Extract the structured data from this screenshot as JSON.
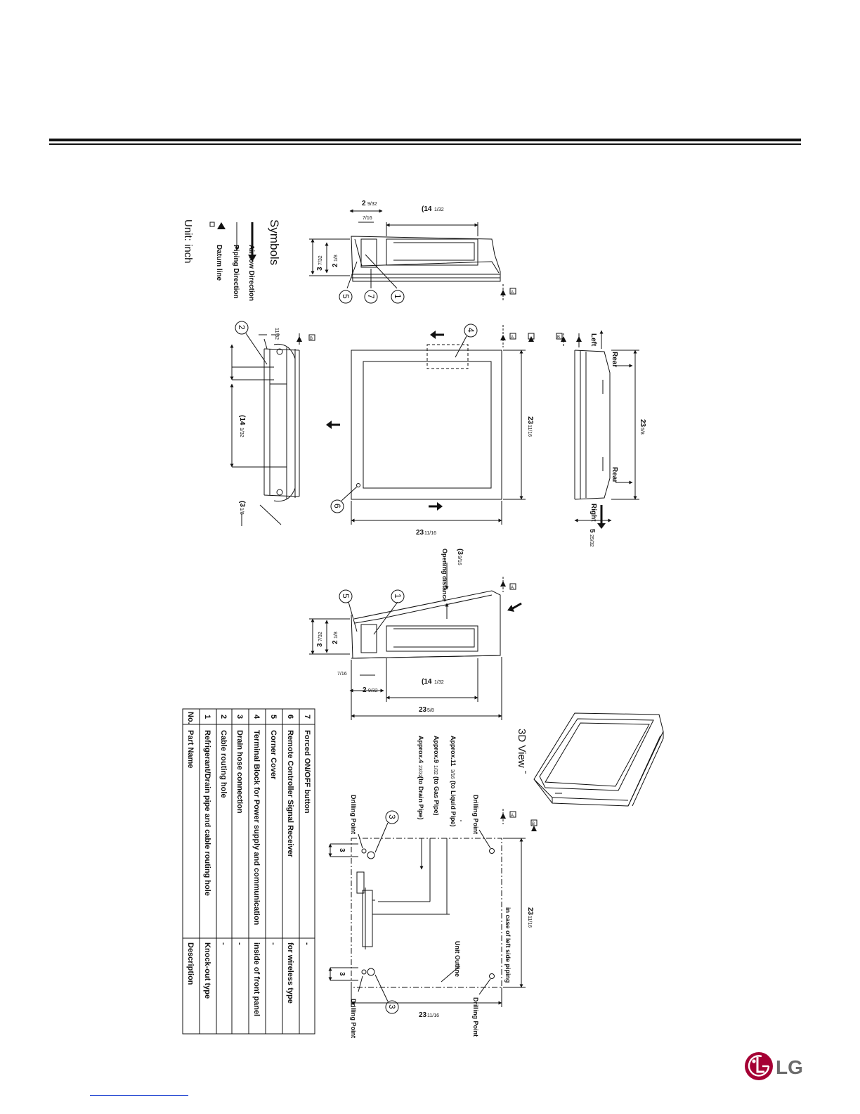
{
  "header": {
    "rule": true
  },
  "symbols": {
    "title": "Symbols",
    "airflow": "Airflow Direction",
    "piping": "Piping Direction",
    "datum": "Datum line",
    "unit": "Unit: inch"
  },
  "top_view": {
    "dim_14": "(14",
    "dim_14_frac": "1/32",
    "dim_2": "2",
    "dim_2_frac": "9/32",
    "dim_7": "7/16",
    "dim_3": "3",
    "dim_3_frac": "7/32",
    "dim_2b": "2",
    "dim_2b_frac": "1/8",
    "callouts": [
      "1",
      "7",
      "5"
    ]
  },
  "front_view": {
    "dim_width": "23",
    "dim_width_frac": "11/16",
    "dim_height": "23",
    "dim_height_frac": "11/16",
    "callout_4": "4",
    "callout_6": "6"
  },
  "left_view": {
    "dim_14": "(14",
    "dim_14_frac": "1/32",
    "dim_11": "11/32",
    "dim_3": "(3",
    "dim_3_frac": "1/8",
    "callout_2": "2"
  },
  "right_view": {
    "left": "Left",
    "right": "Right",
    "rear_top": "Rear",
    "rear_bottom": "Rear",
    "dim_23": "23",
    "dim_23_frac": "5/8",
    "dim_5": "5",
    "dim_5_frac": "25/32"
  },
  "bottom_view": {
    "opening_distance": "Opening distance",
    "opening_dim": "(3",
    "opening_dim_frac": "9/16",
    "dim_14": "(14",
    "dim_14_frac": "1/32",
    "dim_2": "2",
    "dim_2_frac": "9/32",
    "dim_7": "7/16",
    "dim_3": "3",
    "dim_3_frac": "7/32",
    "dim_2b": "2",
    "dim_2b_frac": "1/8",
    "dim_23": "23",
    "dim_23_frac": "5/8",
    "callouts": [
      "1",
      "5"
    ]
  },
  "view_3d": {
    "label": "3D View"
  },
  "install_plate": {
    "approx_liquid": "Approx.11",
    "approx_liquid_frac": "3/16",
    "approx_liquid_label": "(to Liquid Pipe)",
    "approx_gas": "Approx.9",
    "approx_gas_frac": "1/32",
    "approx_gas_label": "(to Gas Pipe)",
    "approx_drain": "Approx.4",
    "approx_drain_frac": "23/32",
    "approx_drain_label": "(to Drain Pipe)",
    "drilling_point": "Drilling Point",
    "unit_outline": "Unit Outline",
    "left_side_piping": "in case of left side piping",
    "dim_3": "3",
    "dim_23": "23",
    "dim_23_frac": "11/16",
    "callout_3": "3"
  },
  "parts_table": {
    "headers": [
      "No.",
      "Part Name",
      "Description"
    ],
    "rows": [
      [
        "1",
        "Refrigerant/Drain pipe and cable routing hole",
        "Knock-out type"
      ],
      [
        "2",
        "Cable routing hole",
        "-"
      ],
      [
        "3",
        "Drain hose connection",
        "-"
      ],
      [
        "4",
        "Terminal Block for Power supply and communication",
        "inside of front panel"
      ],
      [
        "5",
        "Corner Cover",
        "-"
      ],
      [
        "6",
        "Remote Controller Signal Receiver",
        "for wireless type"
      ],
      [
        "7",
        "Forced ON/OFF button",
        "-"
      ]
    ]
  },
  "datum_labels": {
    "a": "A",
    "b": "B"
  },
  "logo": {
    "text": "LG",
    "accent": "#a50034"
  },
  "colors": {
    "ink": "#111111",
    "link": "#1a3fd0"
  }
}
